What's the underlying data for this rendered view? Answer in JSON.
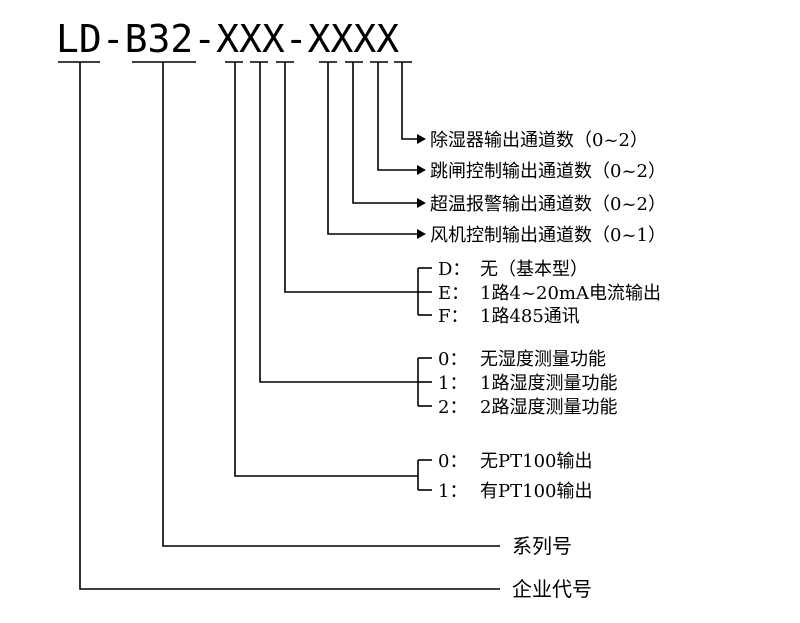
{
  "model_code": "LD-B32-XXX-XXXX",
  "outputs": [
    {
      "label": "除湿器输出通道数（0~2）"
    },
    {
      "label": "跳闸控制输出通道数（0~2）"
    },
    {
      "label": "超温报警输出通道数（0~2）"
    },
    {
      "label": "风机控制输出通道数（0~1）"
    }
  ],
  "comm_options": [
    {
      "code": "D：",
      "desc": "无（基本型）"
    },
    {
      "code": "E：",
      "desc": "1路4~20mA电流输出"
    },
    {
      "code": "F：",
      "desc": "1路485通讯"
    }
  ],
  "humidity_options": [
    {
      "code": "0：",
      "desc": "无湿度测量功能"
    },
    {
      "code": "1：",
      "desc": "1路湿度测量功能"
    },
    {
      "code": "2：",
      "desc": "2路湿度测量功能"
    }
  ],
  "pt100_options": [
    {
      "code": "0：",
      "desc": "无PT100输出"
    },
    {
      "code": "1：",
      "desc": "有PT100输出"
    }
  ],
  "series_label": "系列号",
  "company_label": "企业代号"
}
